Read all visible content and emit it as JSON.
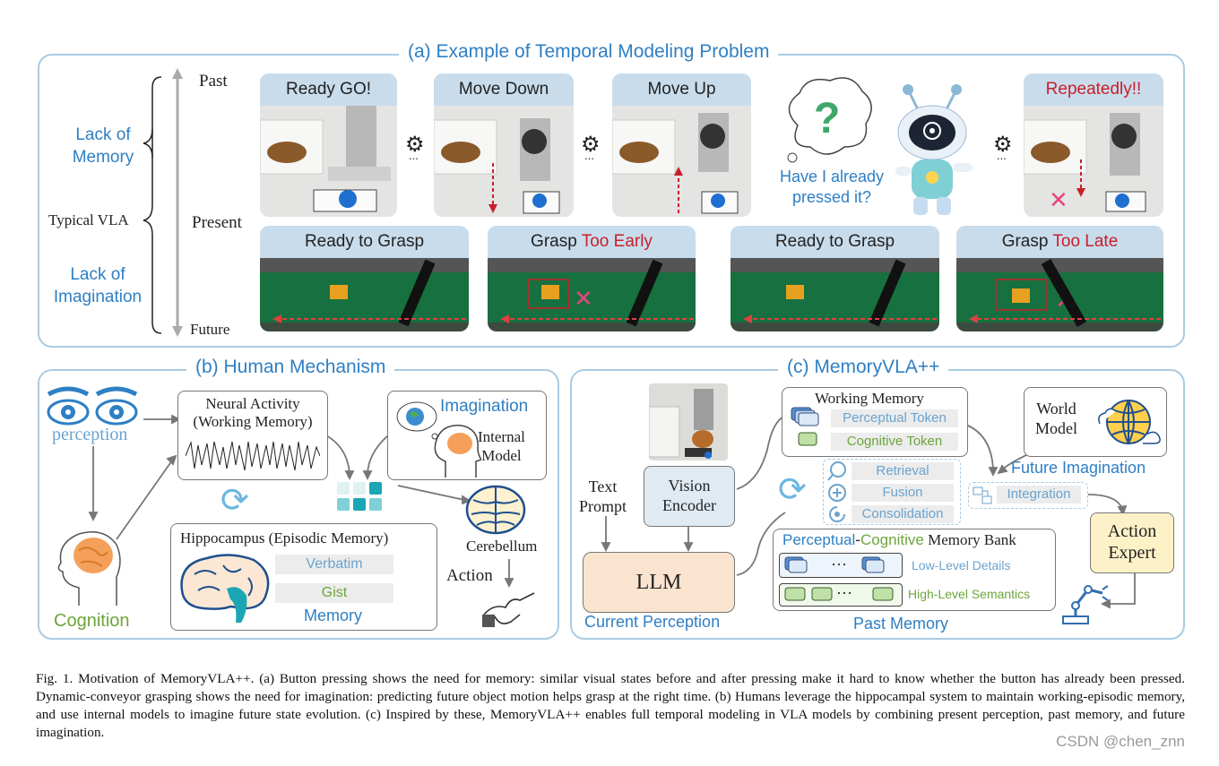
{
  "panel_a": {
    "title": "(a) Example of Temporal Modeling Problem",
    "timeline": {
      "past": "Past",
      "present": "Present",
      "future": "Future"
    },
    "left_labels": {
      "lack_memory": "Lack of\nMemory",
      "typical_vla": "Typical VLA",
      "lack_imagination": "Lack of\nImagination"
    },
    "top_frames": [
      {
        "label": "Ready GO!"
      },
      {
        "label": "Move Down"
      },
      {
        "label": "Move Up"
      },
      {
        "label": "Repeatedly!!"
      }
    ],
    "robot_thought": "Have I already\npressed it?",
    "ellipsis": "...",
    "bottom_frames": [
      {
        "label": "Ready to Grasp",
        "label_extra": ""
      },
      {
        "label": "Grasp ",
        "label_extra": "Too Early"
      },
      {
        "label": "Ready to Grasp",
        "label_extra": ""
      },
      {
        "label": "Grasp ",
        "label_extra": "Too Late"
      }
    ]
  },
  "panel_b": {
    "title": "(b) Human Mechanism",
    "perception": "perception",
    "cognition": "Cognition",
    "neural_activity": "Neural Activity\n(Working Memory)",
    "imagination": "Imagination",
    "internal_model": "Internal\nModel",
    "cerebellum": "Cerebellum",
    "action": "Action",
    "hippocampus": "Hippocampus (Episodic Memory)",
    "verbatim": "Verbatim",
    "gist": "Gist",
    "memory": "Memory"
  },
  "panel_c": {
    "title": "(c) MemoryVLA++",
    "text_prompt": "Text\nPrompt",
    "vision_encoder": "Vision\nEncoder",
    "llm": "LLM",
    "current_perception": "Current Perception",
    "working_memory": "Working Memory",
    "perceptual_token": "Perceptual Token",
    "cognitive_token": "Cognitive Token",
    "world_model": "World\nModel",
    "future_imagination": "Future Imagination",
    "retrieval": "Retrieval",
    "fusion": "Fusion",
    "consolidation": "Consolidation",
    "integration": "Integration",
    "bank_title_a": "Perceptual",
    "bank_title_b": "-",
    "bank_title_c": "Cognitive",
    "bank_title_d": " Memory Bank",
    "low_level": "Low-Level Details",
    "high_level": "High-Level Semantics",
    "past_memory": "Past Memory",
    "action_expert": "Action\nExpert",
    "ellipsis": "···"
  },
  "caption": "Fig. 1.   Motivation of MemoryVLA++. (a) Button pressing shows the need for memory: similar visual states before and after pressing make it hard to know whether the button has already been pressed. Dynamic-conveyor grasping shows the need for imagination: predicting future object motion helps grasp at the right time. (b) Humans leverage the hippocampal system to maintain working-episodic memory, and use internal models to imagine future state evolution. (c) Inspired by these, MemoryVLA++ enables full temporal modeling in VLA models by combining present perception, past memory, and future imagination.",
  "watermark": "CSDN @chen_znn",
  "colors": {
    "accent_blue": "#2e7fc4",
    "warning_red": "#c8202a",
    "cognitive_green": "#6ca53b",
    "panel_border": "#a9cbe3"
  }
}
